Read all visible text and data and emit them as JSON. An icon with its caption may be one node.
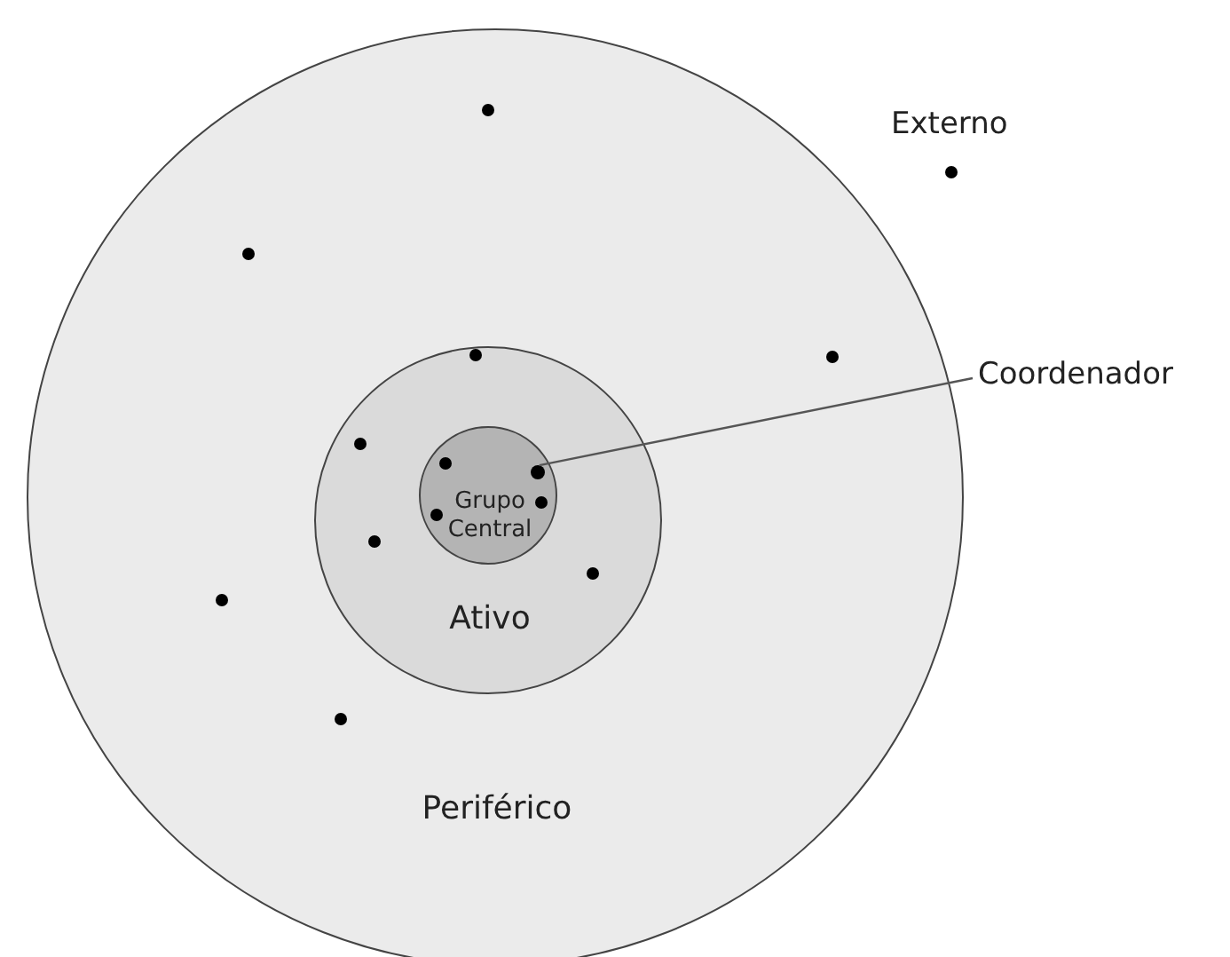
{
  "diagram": {
    "nodes": [
      {
        "text": [
          "Periférico"
        ]
      },
      {
        "text": [
          "Ativo"
        ],
        "in": 0
      },
      {
        "text": [
          "Grupo Central"
        ],
        "in": 1
      },
      {
        "text": [
          "Coordenador"
        ]
      },
      {
        "text": [],
        "shape": "circle",
        "in": 2
      }
    ],
    "edges": [
      {
        "from": 3,
        "to": 4,
        "arrow": "none"
      }
    ],
    "labels": [
      "Externo"
    ]
  }
}
